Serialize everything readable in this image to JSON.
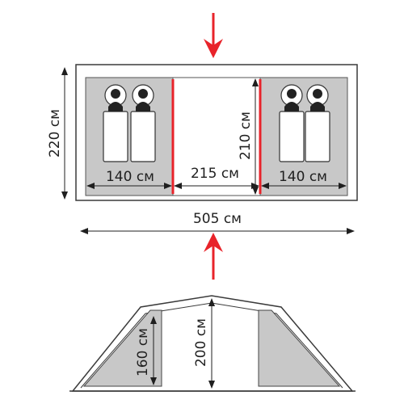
{
  "colors": {
    "accent_red": "#e8232a",
    "panel_gray": "#c8c8c8",
    "outline": "#3a3a3a",
    "floor_fill": "#ffffff"
  },
  "labels": {
    "width_total": "505 см",
    "height_total": "220 см",
    "left_room": "140 см",
    "center_room": "215 см",
    "right_room": "140 см",
    "inner_height": "210 см",
    "wall_height": "160 см",
    "peak_height": "200 см"
  },
  "icons": {
    "top_arrow": "arrow-down-icon",
    "side_arrow": "arrow-up-icon",
    "sleeper": "sleeping-person-icon"
  }
}
